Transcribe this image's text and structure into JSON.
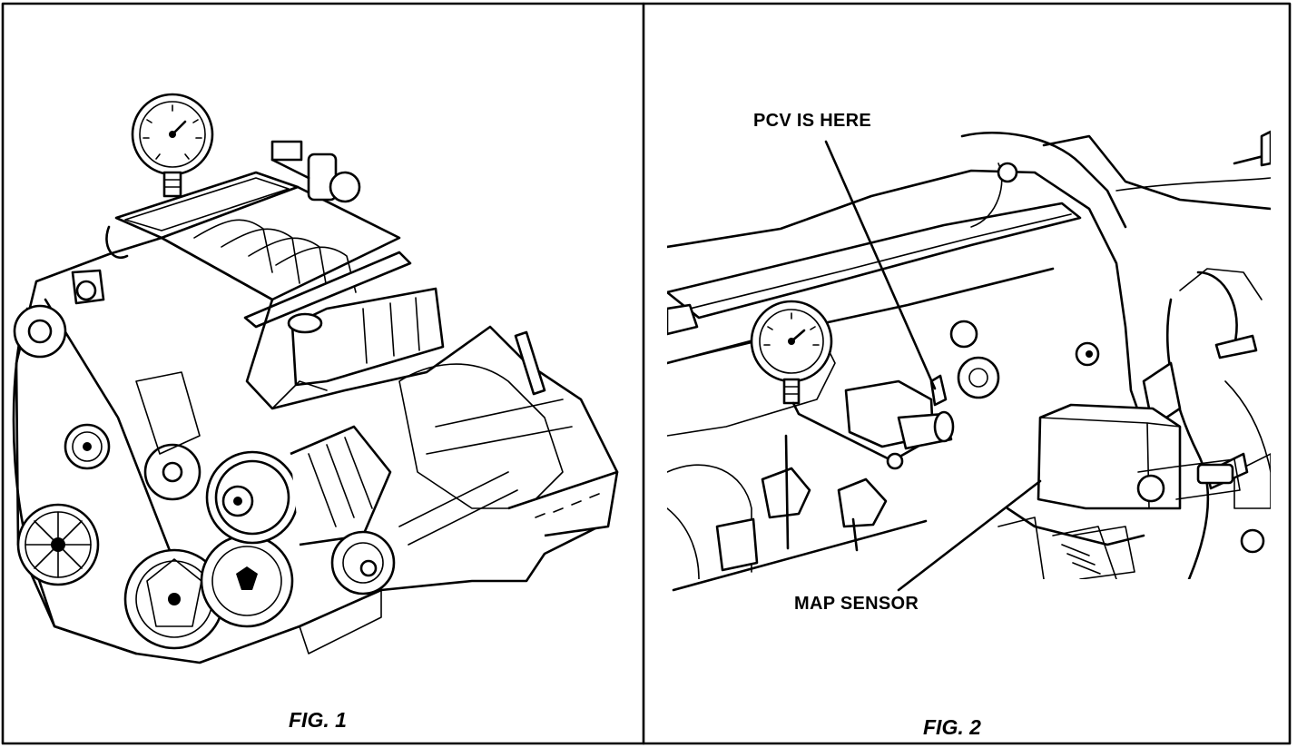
{
  "figures": [
    {
      "id": "fig1",
      "caption": "FIG. 1",
      "icons": [
        "vacuum-gauge-icon",
        "engine-icon"
      ]
    },
    {
      "id": "fig2",
      "caption": "FIG. 2",
      "icons": [
        "vacuum-gauge-icon",
        "intake-manifold-icon",
        "map-sensor-icon",
        "pcv-valve-icon"
      ]
    }
  ],
  "callouts": {
    "pcv": "PCV IS HERE",
    "map_sensor": "MAP SENSOR"
  },
  "colors": {
    "line": "#000000",
    "background": "#ffffff"
  }
}
